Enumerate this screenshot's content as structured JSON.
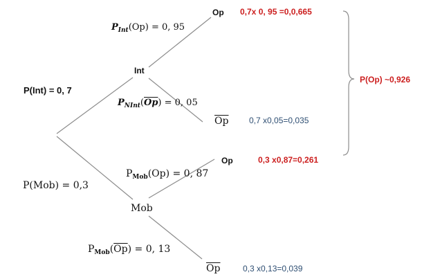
{
  "colors": {
    "line": "#8c8c8c",
    "red_result": "#cc1f1f",
    "blue_result": "#2f4f73",
    "text": "#111111"
  },
  "root_branches": {
    "int_prob": "P(Int) = 0, 7",
    "mob_prob": "P(Mob) = 0,3"
  },
  "nodes": {
    "int": "Int",
    "mob": "Mob",
    "op": "Op",
    "not_op": "Op"
  },
  "edge_labels": {
    "int_op": {
      "p": "P",
      "sub": "Int",
      "rest": "(Op) = 0, 95"
    },
    "int_notop": {
      "p": "P",
      "sub": "NInt",
      "open": "(",
      "op": "Op",
      "rest": ") = 0, 05"
    },
    "mob_op": {
      "p": "P",
      "sub": "Mob",
      "rest": "(Op) = 0, 87"
    },
    "mob_notop": {
      "p": "P",
      "sub": "Mob",
      "open": "(",
      "op": "Op",
      "rest": ") = 0, 13"
    }
  },
  "results": {
    "int_op": "0,7x 0, 95 =0,0,665",
    "int_notop": "0,7 x0,05=0,035",
    "mob_op": "0,3 x0,87=0,261",
    "mob_notop": "0,3 x0,13=0,039"
  },
  "total": "P(Op) ~0,926"
}
